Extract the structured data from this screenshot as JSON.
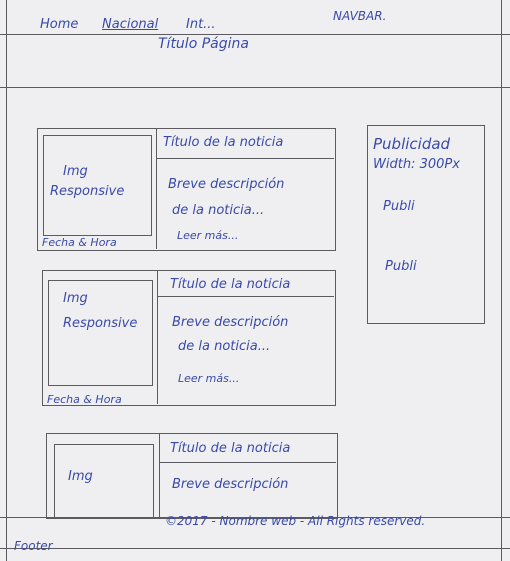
{
  "navbar": {
    "label": "NAVBAR.",
    "items": [
      "Home",
      "Nacional",
      "Int..."
    ],
    "page_title": "Título Página"
  },
  "news": [
    {
      "title": "Título de la noticia",
      "image_label_1": "Img",
      "image_label_2": "Responsive",
      "desc_1": "Breve descripción",
      "desc_2": "de la noticia...",
      "more": "Leer más...",
      "date": "Fecha & Hora"
    },
    {
      "title": "Título de la noticia",
      "image_label_1": "Img",
      "image_label_2": "Responsive",
      "desc_1": "Breve descripción",
      "desc_2": "de la noticia...",
      "more": "Leer más...",
      "date": "Fecha & Hora"
    },
    {
      "title": "Título de la noticia",
      "image_label_1": "Img",
      "desc_1": "Breve descripción"
    }
  ],
  "sidebar": {
    "title": "Publicidad",
    "width_note": "Width: 300Px",
    "items": [
      "Publi",
      "Publi"
    ]
  },
  "footer": {
    "copyright": "©2017 - Nombre web - All Rights reserved.",
    "label": "Footer"
  }
}
